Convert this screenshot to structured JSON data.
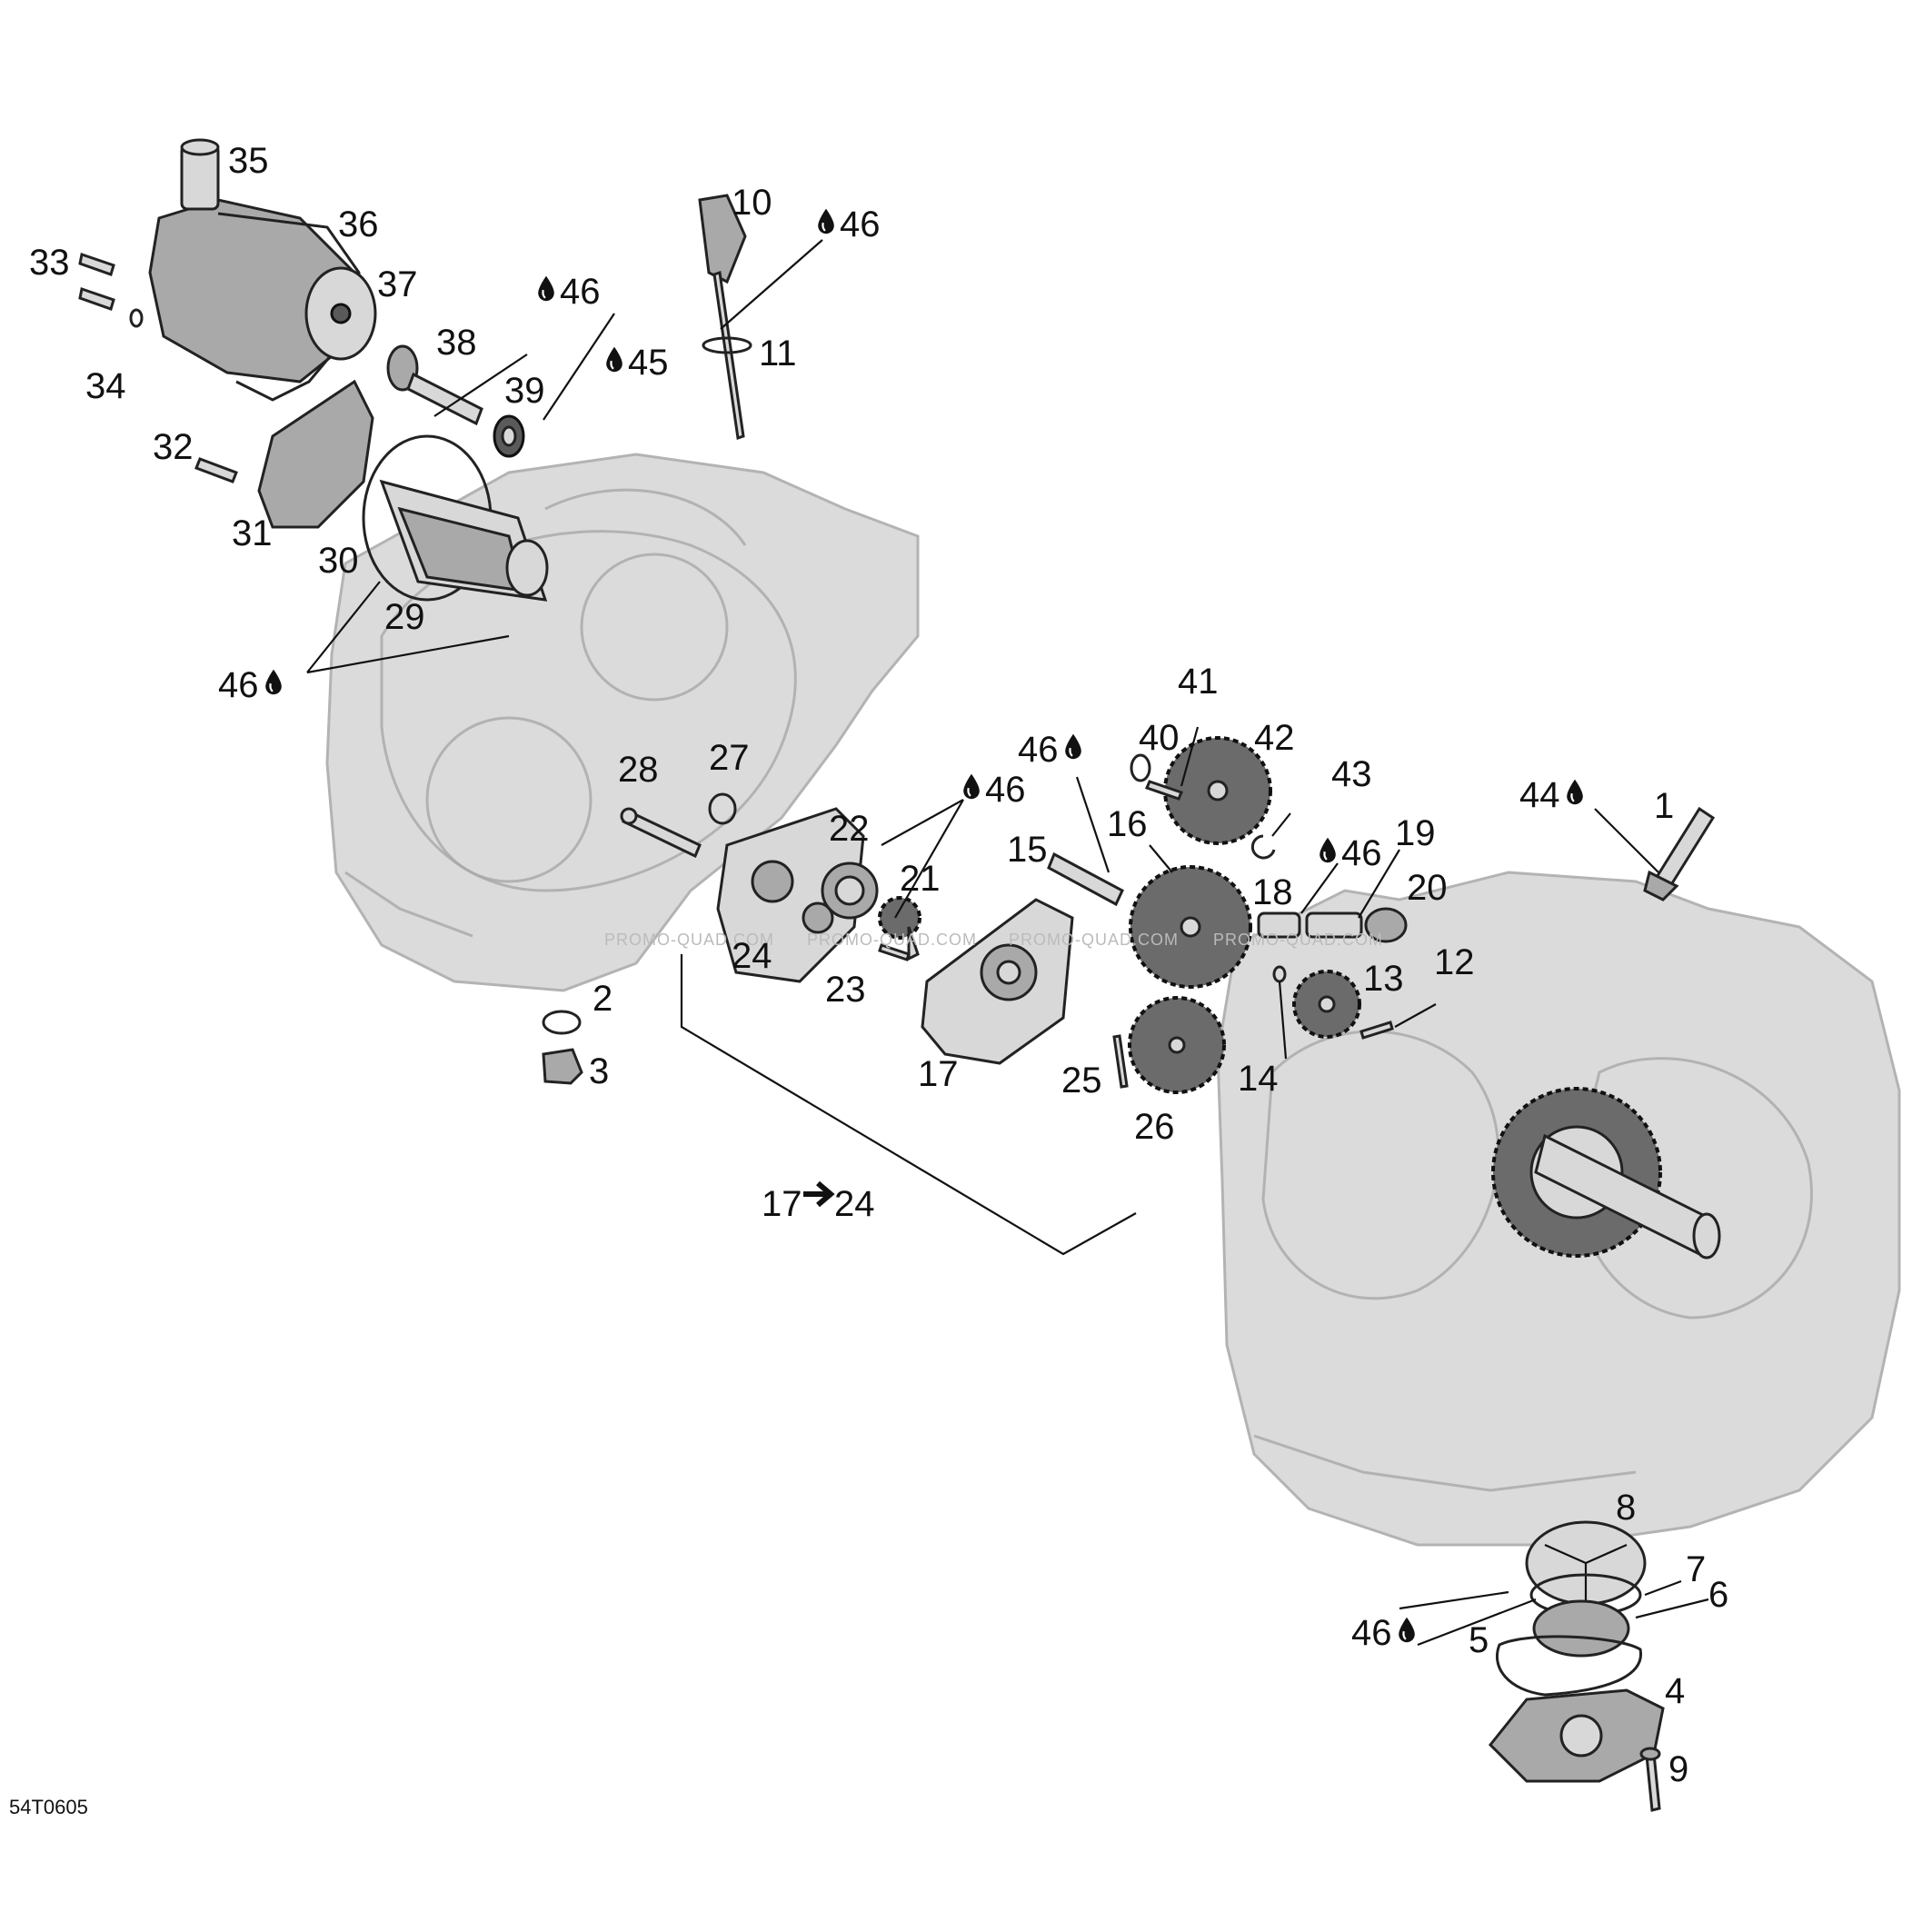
{
  "callouts": [
    "35",
    "36",
    "37",
    "33",
    "34",
    "38",
    "39",
    "32",
    "31",
    "30",
    "29",
    "10",
    "11",
    "28",
    "27",
    "22",
    "21",
    "24",
    "23",
    "2",
    "3",
    "17",
    "15",
    "16",
    "25",
    "26",
    "40",
    "41",
    "42",
    "43",
    "18",
    "19",
    "20",
    "13",
    "14",
    "12",
    "44",
    "1",
    "8",
    "7",
    "6",
    "5",
    "4",
    "9"
  ],
  "lubricants": {
    "a": "46",
    "b": "46",
    "c": "45",
    "d": "46",
    "e": "46",
    "f": "46",
    "g": "46",
    "h": "44",
    "i": "46"
  },
  "assembly_range": {
    "from": "17",
    "to": "24"
  },
  "diagram_code": "54T0605",
  "watermark": "PROMO-QUAD.COM",
  "icons": {
    "oil_drop": "drop-icon",
    "arrow": "right-arrow-icon"
  },
  "colors": {
    "ink": "#111111",
    "housing": "#cfcfcf",
    "part": "#a9a9a9"
  }
}
